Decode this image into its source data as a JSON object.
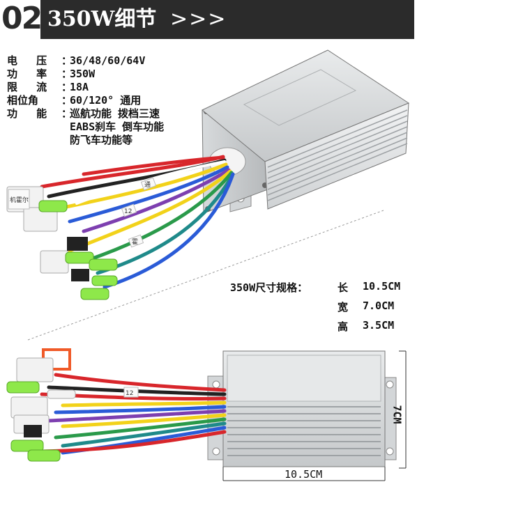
{
  "header": {
    "number": "02",
    "title": "350W细节",
    "arrows": ">>>"
  },
  "specs": [
    {
      "label": "电   压",
      "value": "36/48/60/64V"
    },
    {
      "label": "功   率",
      "value": "350W"
    },
    {
      "label": "限   流",
      "value": "18A"
    },
    {
      "label": "相位角",
      "value": "60/120° 通用"
    },
    {
      "label": "功   能",
      "value": "巡航功能 拨档三速"
    }
  ],
  "spec_separator": "：",
  "spec_continuation": [
    "EABS刹车 倒车功能",
    "防飞车功能等"
  ],
  "dimensions": {
    "heading": "350W尺寸规格：",
    "rows": [
      {
        "label": "长",
        "value": "10.5CM"
      },
      {
        "label": "宽",
        "value": "7.0CM"
      },
      {
        "label": "高",
        "value": "3.5CM"
      }
    ]
  },
  "diagram": {
    "width_label": "10.5CM",
    "height_label": "7CM"
  },
  "wire_labels": [
    "机霍尔",
    "通",
    "12",
    "霍",
    "12"
  ],
  "colors": {
    "header_bg": "#2b2b2b",
    "housing": "#c9ccce",
    "wire_red": "#d8262b",
    "wire_yellow": "#f2d21a",
    "wire_blue": "#2a5bd7",
    "wire_green": "#2a9a4a",
    "wire_teal": "#1f8a8a",
    "wire_purple": "#7d3fb0",
    "wire_black": "#222222",
    "connector_green": "#8ee84a"
  }
}
